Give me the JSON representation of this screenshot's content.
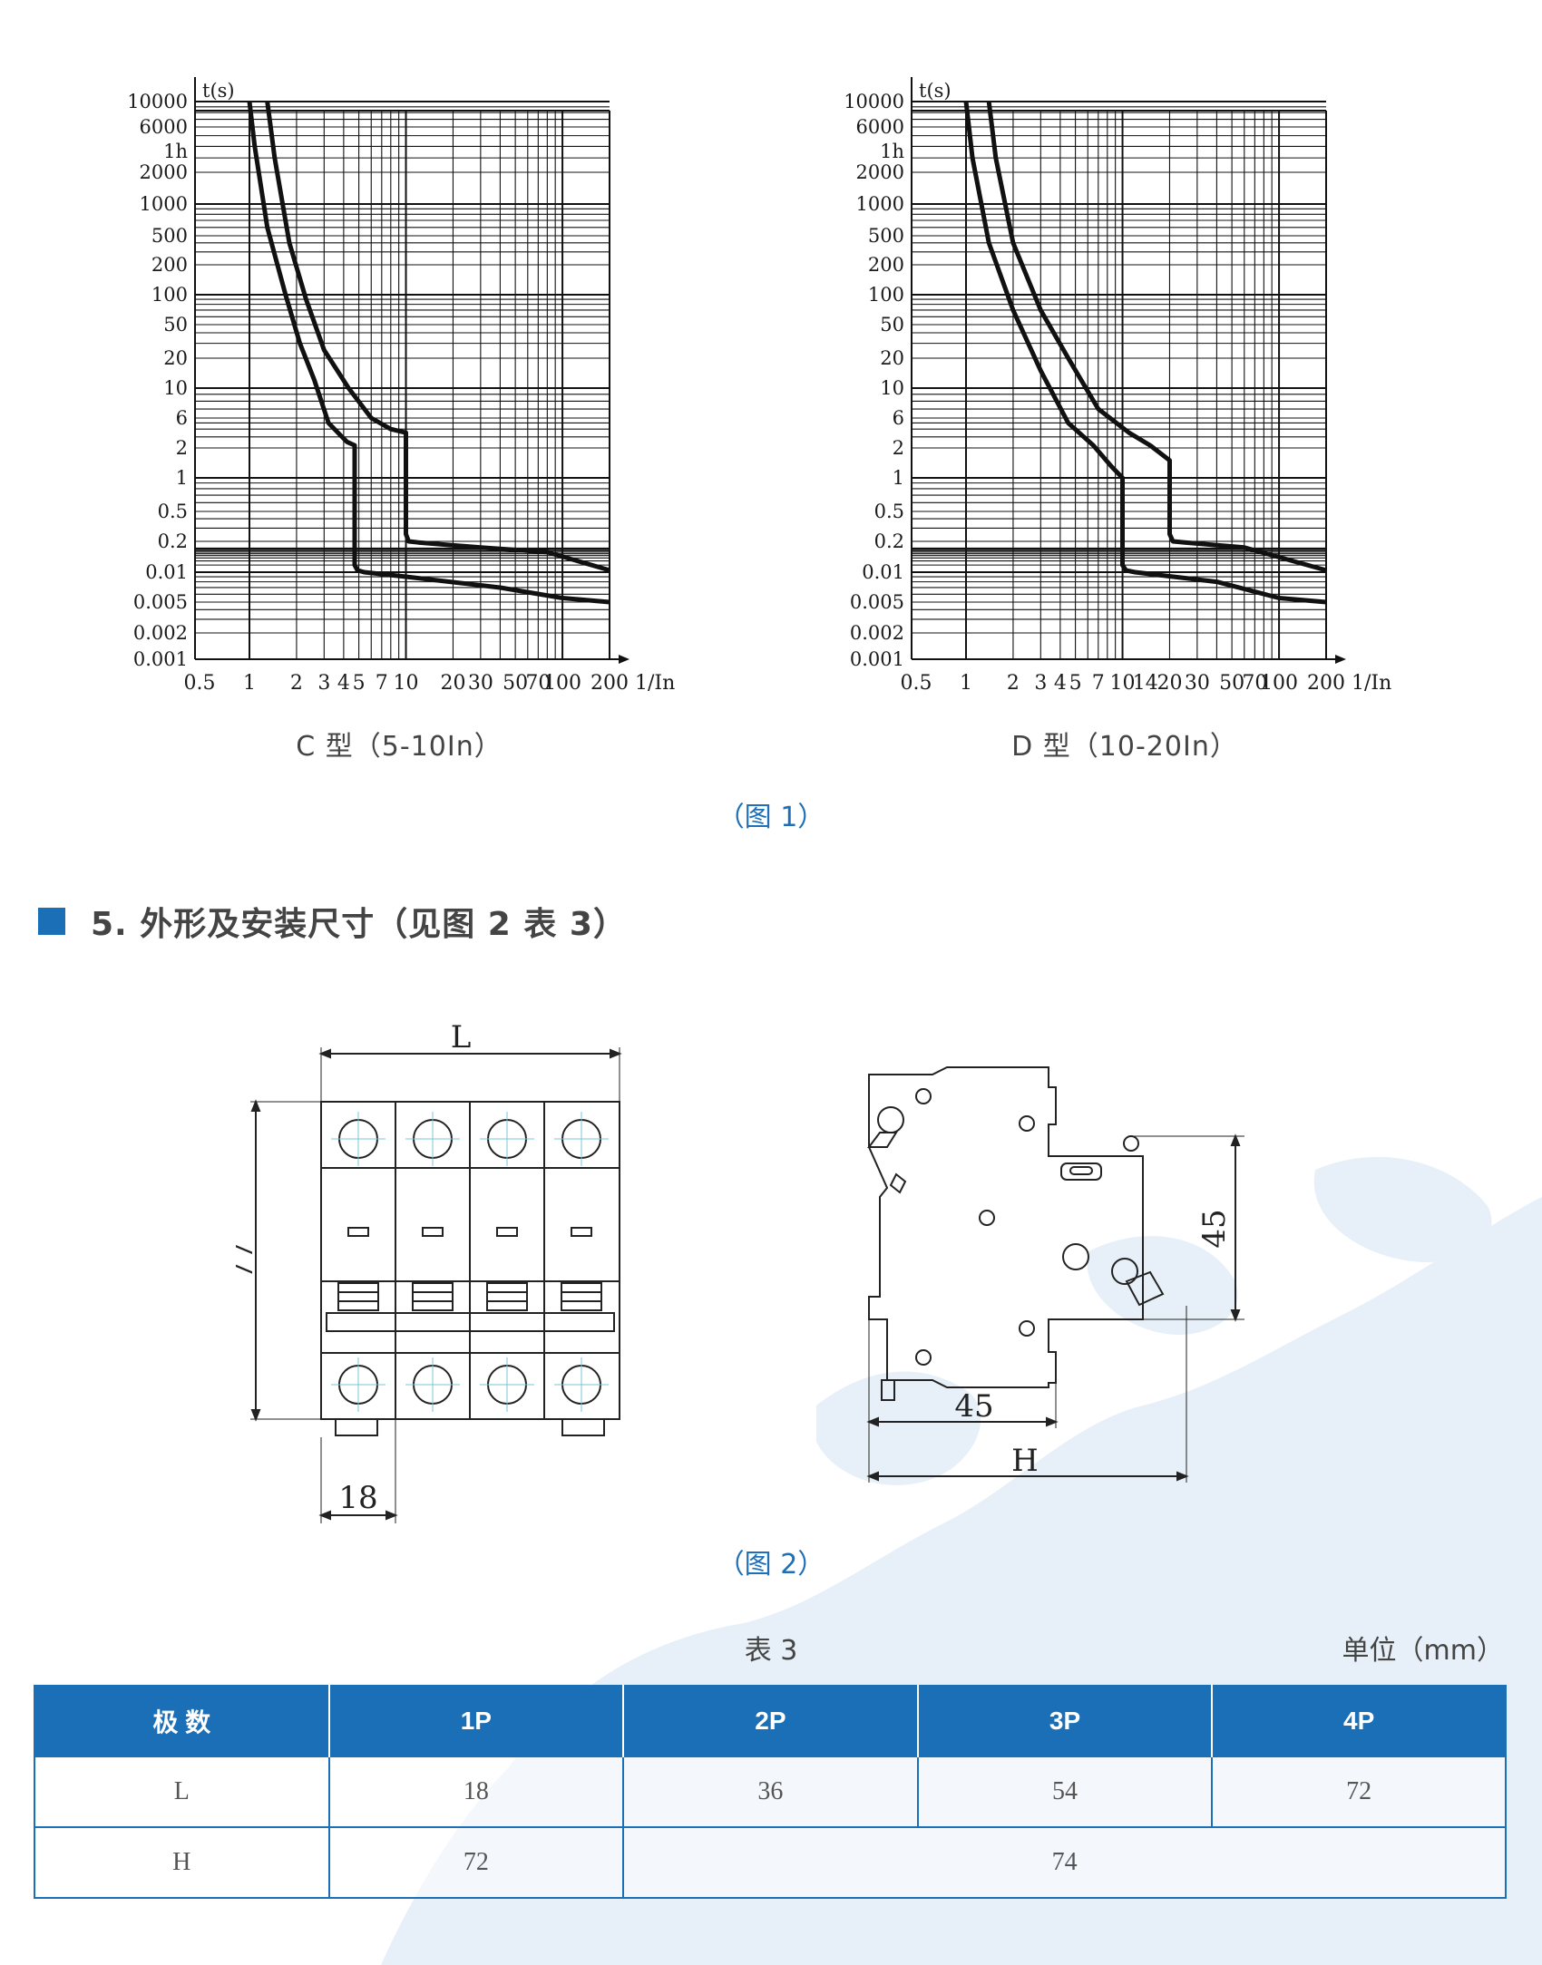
{
  "chart_data": [
    {
      "type": "line",
      "title": "C 型（5-10In）",
      "xlabel": "1/In",
      "ylabel": "t(s)",
      "x_scale": "log",
      "y_scale": "log",
      "x_ticks": [
        "0.5",
        "1",
        "2",
        "3",
        "4",
        "5",
        "7",
        "10",
        "20",
        "30",
        "50",
        "70",
        "100",
        "200"
      ],
      "y_ticks": [
        "10000",
        "6000",
        "1h",
        "2000",
        "1000",
        "500",
        "200",
        "100",
        "50",
        "20",
        "10",
        "6",
        "2",
        "1",
        "0.5",
        "0.2",
        "0.01",
        "0.005",
        "0.002",
        "0.001"
      ],
      "series": [
        {
          "x": [
            1,
            1.08,
            1.3,
            1.7,
            2.1,
            2.6,
            3.2,
            4.2,
            4.7,
            4.7,
            4.9,
            5.4,
            10,
            40,
            100,
            200
          ],
          "y": [
            10000,
            4000,
            600,
            100,
            30,
            12,
            5,
            2.5,
            2.2,
            0.02,
            0.012,
            0.01,
            0.009,
            0.007,
            0.0055,
            0.005
          ]
        },
        {
          "x": [
            1.3,
            1.45,
            1.8,
            2.3,
            3,
            4.3,
            6,
            8,
            10,
            10,
            10.4,
            12,
            30,
            80,
            200
          ],
          "y": [
            10000,
            3000,
            400,
            90,
            25,
            10,
            6,
            4,
            3.5,
            0.25,
            0.2,
            0.18,
            0.11,
            0.07,
            0.012
          ]
        }
      ]
    },
    {
      "type": "line",
      "title": "D 型（10-20In）",
      "xlabel": "1/In",
      "ylabel": "t(s)",
      "x_scale": "log",
      "y_scale": "log",
      "x_ticks": [
        "0.5",
        "1",
        "2",
        "3",
        "4",
        "5",
        "7",
        "10",
        "14",
        "20",
        "30",
        "50",
        "70",
        "100",
        "200"
      ],
      "y_ticks": [
        "10000",
        "6000",
        "1h",
        "2000",
        "1000",
        "500",
        "200",
        "100",
        "50",
        "20",
        "10",
        "6",
        "2",
        "1",
        "0.5",
        "0.2",
        "0.01",
        "0.005",
        "0.002",
        "0.001"
      ],
      "series": [
        {
          "x": [
            1,
            1.1,
            1.4,
            2,
            3,
            4.5,
            6.5,
            8.5,
            10,
            10,
            10.5,
            12,
            40,
            100,
            200
          ],
          "y": [
            10000,
            3000,
            400,
            70,
            15,
            5,
            2.2,
            1.3,
            1,
            0.02,
            0.012,
            0.01,
            0.008,
            0.0055,
            0.005
          ]
        },
        {
          "x": [
            1.4,
            1.55,
            2,
            3,
            4.5,
            7,
            11,
            15,
            20,
            20,
            21,
            25,
            60,
            200
          ],
          "y": [
            10000,
            3000,
            400,
            70,
            20,
            7,
            3.5,
            2.2,
            1.5,
            0.25,
            0.2,
            0.18,
            0.11,
            0.012
          ]
        }
      ]
    }
  ],
  "figure1_caption": "（图 1）",
  "section_title": "5. 外形及安装尺寸（见图 2 表 3）",
  "figure2": {
    "caption": "（图 2）",
    "front_dim_L": "L",
    "front_dim_77": "77",
    "front_dim_18": "18",
    "side_dim_45_vertical": "45",
    "side_dim_45_bottom": "45",
    "side_dim_H": "H"
  },
  "table": {
    "caption": "表 3",
    "unit": "单位（mm）",
    "headers": [
      "极 数",
      "1P",
      "2P",
      "3P",
      "4P"
    ],
    "row_L": {
      "label": "L",
      "values": [
        "18",
        "36",
        "54",
        "72"
      ]
    },
    "row_H": {
      "label": "H",
      "v1P": "72",
      "v2to4P": "74"
    }
  },
  "colors": {
    "brand_blue": "#1a6fb7",
    "caption_blue": "#1f6fb8",
    "map_tint": "#e6f0f8"
  }
}
